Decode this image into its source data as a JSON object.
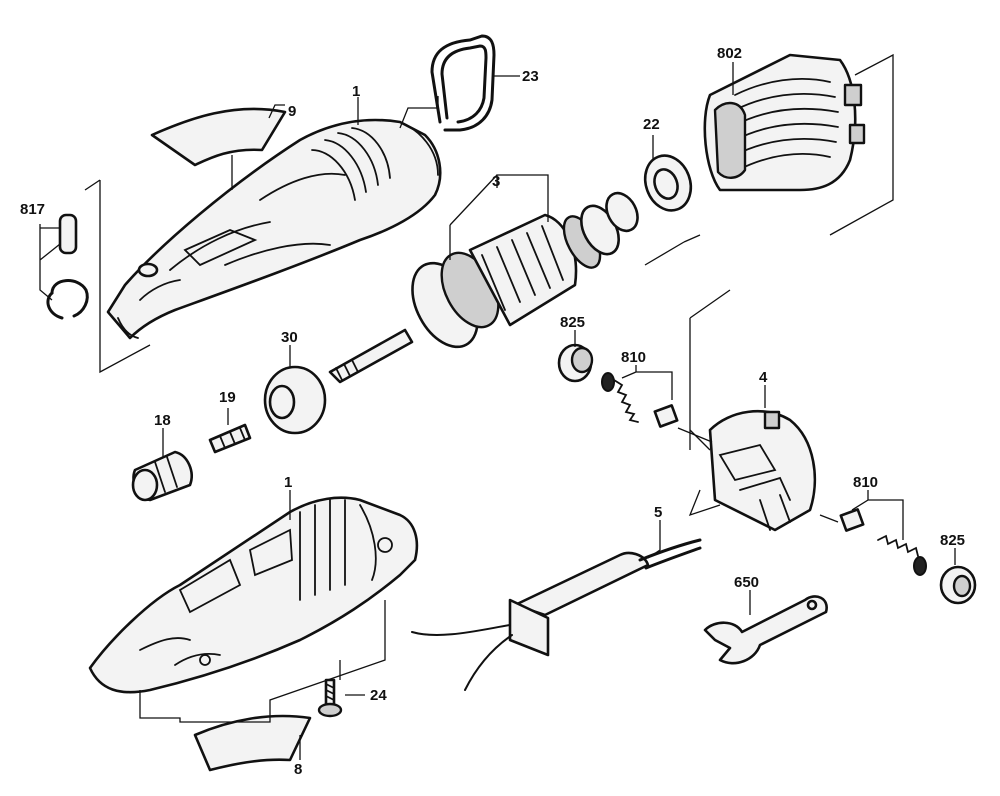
{
  "parts": {
    "p1_top": "1",
    "p1_bottom": "1",
    "p3": "3",
    "p4": "4",
    "p5": "5",
    "p8": "8",
    "p9": "9",
    "p18": "18",
    "p19": "19",
    "p22": "22",
    "p23": "23",
    "p24": "24",
    "p30": "30",
    "p650": "650",
    "p802": "802",
    "p810_left": "810",
    "p810_right": "810",
    "p817": "817",
    "p825_left": "825",
    "p825_right": "825"
  }
}
